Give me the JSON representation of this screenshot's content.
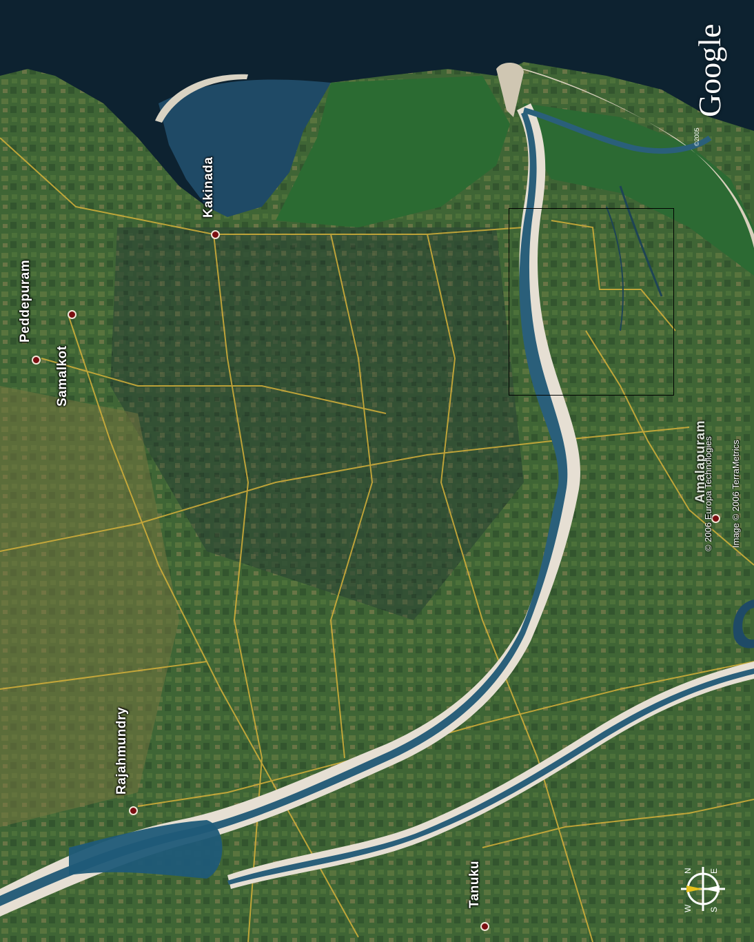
{
  "map": {
    "places": [
      {
        "id": "kakinada",
        "name": "Kakinada"
      },
      {
        "id": "peddepuram",
        "name": "Peddepuram"
      },
      {
        "id": "samalkot",
        "name": "Samalkot"
      },
      {
        "id": "rajahmundry",
        "name": "Rajahmundry"
      },
      {
        "id": "tanuku",
        "name": "Tanuku"
      },
      {
        "id": "amalapuram",
        "name": "Amalapuram"
      }
    ],
    "credits": {
      "line1": "© 2006 Europa Technologies",
      "line2": "Image © 2006 TerraMetrics"
    },
    "logo": {
      "text": "Google",
      "copyright": "©2005"
    },
    "compass": {
      "n": "N",
      "s": "S",
      "e": "E",
      "w": "W"
    },
    "colors": {
      "sea": "#0d2230",
      "land": "#3d6236",
      "river": "#2a5f7a",
      "sand": "#e8e1d6",
      "road": "#d6b13a",
      "city_marker": "#7a0f12"
    }
  }
}
